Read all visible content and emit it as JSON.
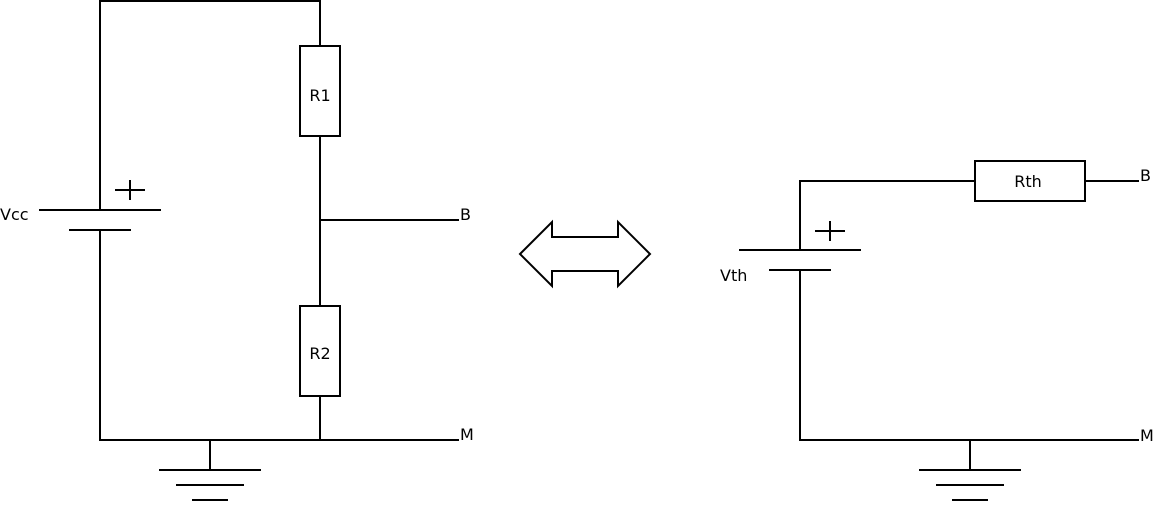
{
  "left_circuit": {
    "source_label": "Vcc",
    "source_plus": "+",
    "r1_label": "R1",
    "r2_label": "R2",
    "node_b_label": "B",
    "node_m_label": "M"
  },
  "right_circuit": {
    "source_label": "Vth",
    "source_plus": "+",
    "r_label": "Rth",
    "node_b_label": "B",
    "node_m_label": "M"
  },
  "equivalence_symbol": "double-arrow",
  "colors": {
    "stroke": "#000000",
    "background": "#ffffff"
  }
}
